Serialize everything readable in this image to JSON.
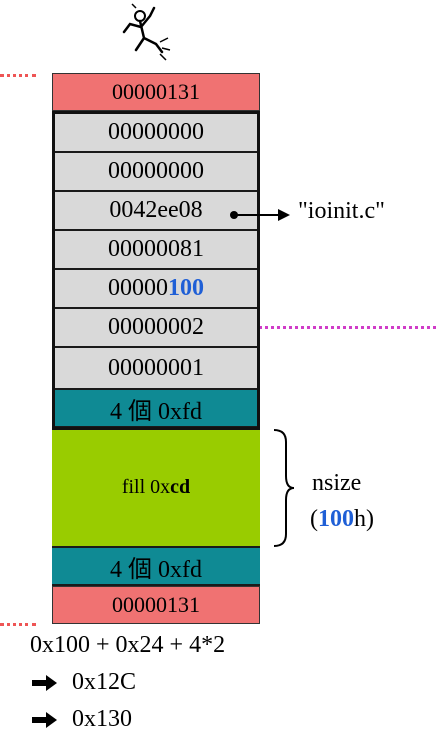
{
  "diagram": {
    "top_canary": "00000131",
    "header_cells": [
      "00000000",
      "00000000",
      "0042ee08",
      "00000081"
    ],
    "size_cell": {
      "prefix": "00000",
      "highlight": "100"
    },
    "header_cells_after": [
      "00000002",
      "00000001"
    ],
    "no_mans_land_top": "4 個 0xfd",
    "fill": {
      "prefix": "fill 0x",
      "bold": "cd"
    },
    "no_mans_land_bottom": "4 個 0xfd",
    "bottom_canary": "00000131",
    "filename_label": "\"ioinit.c\"",
    "nsize": {
      "line1": "nsize",
      "open": "(",
      "highlight": "100",
      "close": "h)"
    },
    "calc": {
      "line1": "0x100 + 0x24 + 4*2",
      "line2": "0x12C",
      "line3": "0x130"
    },
    "colors": {
      "pink": "#f07272",
      "grey": "#d9d9d9",
      "teal": "#0f8a94",
      "green": "#99cc00",
      "highlight": "#1f5fd6"
    }
  }
}
